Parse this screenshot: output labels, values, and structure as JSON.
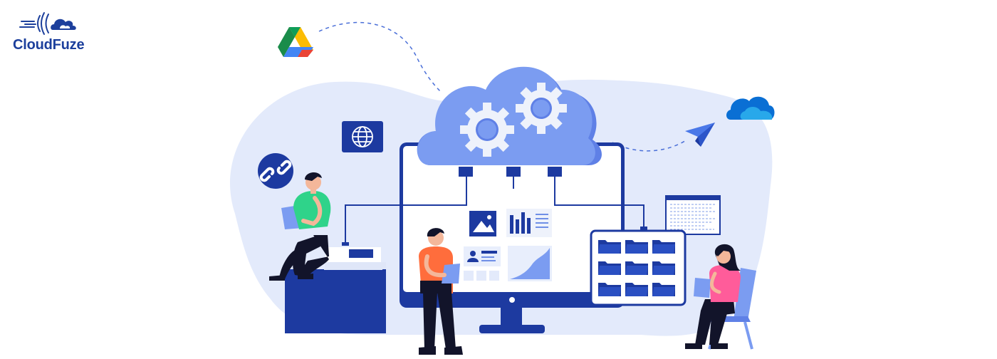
{
  "brand": {
    "name": "CloudFuze",
    "color": "#1c3f9c"
  },
  "colors": {
    "navy": "#1d3aa0",
    "navy_dark": "#162d86",
    "blob": "#e3eafb",
    "cloud": "#7b9cf1",
    "cloud_shadow": "#5f80e6",
    "gear": "#eef2fb",
    "gear_hub": "#7b9cf1",
    "screen": "#ffffff",
    "folder": "#1d3aa0",
    "shirt_green": "#2fd38a",
    "shirt_orange": "#ff6d3c",
    "shirt_pink": "#ff5c9a",
    "pants": "#12142a",
    "skin": "#f4b79a"
  },
  "icons": [
    "google-drive-icon",
    "onedrive-icon",
    "link-icon",
    "globe-icon",
    "paper-plane-icon",
    "gear-icon",
    "image-icon",
    "bar-chart-icon",
    "profile-card-icon",
    "area-chart-icon",
    "folder-icon",
    "document-icon"
  ],
  "folders": {
    "rows": 3,
    "cols": 3
  }
}
